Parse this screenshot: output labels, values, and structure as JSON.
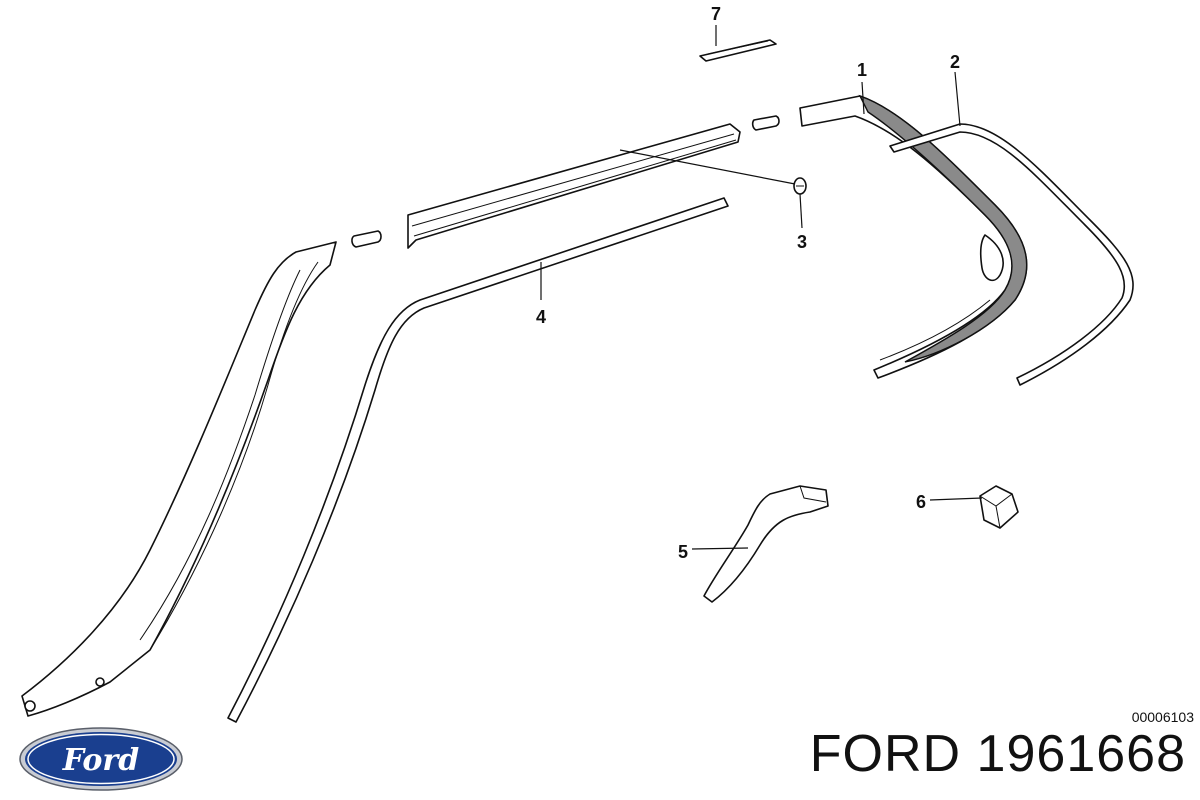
{
  "callouts": {
    "c1": "1",
    "c2": "2",
    "c3": "3",
    "c4": "4",
    "c5": "5",
    "c6": "6",
    "c7": "7"
  },
  "drawing_code": "00006103",
  "brand_part": "FORD 1961668",
  "logo": {
    "name": "ford-oval-logo",
    "text": "Ford",
    "colors": {
      "oval": "#1a3f8f",
      "rim": "#c9ccd3",
      "text": "#ffffff"
    }
  }
}
